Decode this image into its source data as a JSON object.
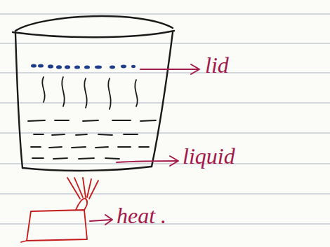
{
  "diagram": {
    "labels": [
      "lid",
      "liquid",
      "heat ."
    ]
  }
}
